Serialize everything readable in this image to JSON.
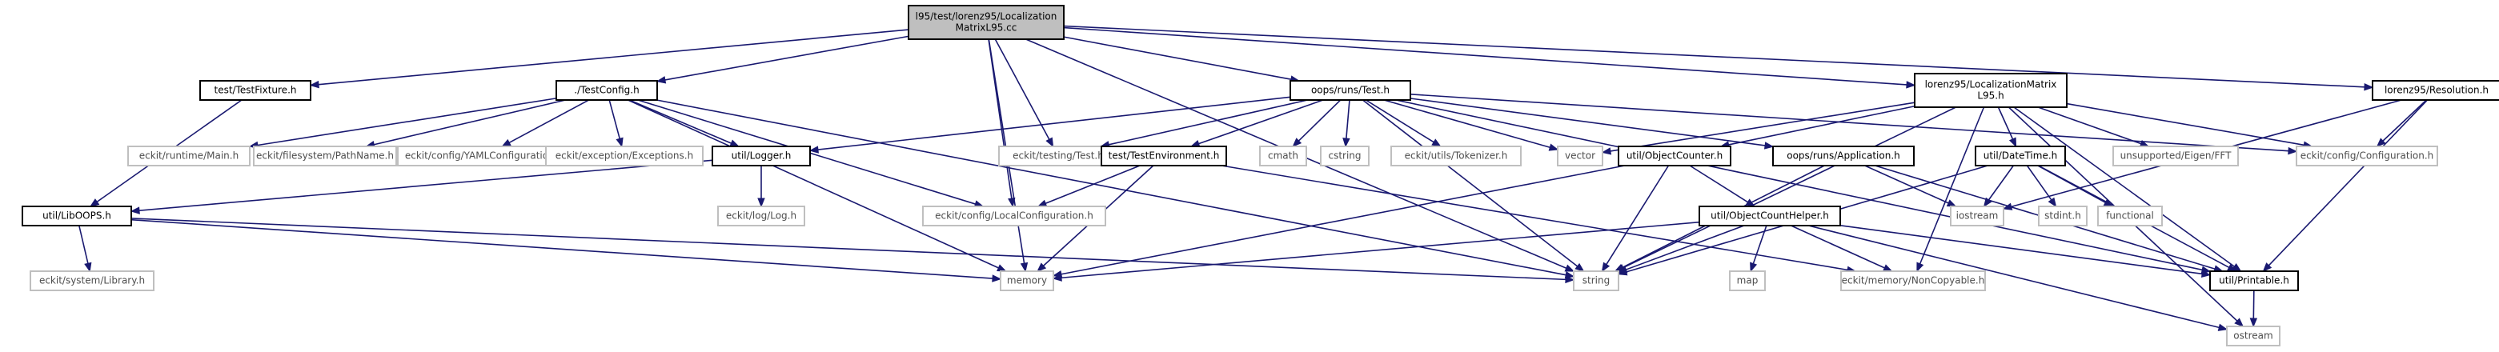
{
  "graph": {
    "nodes": [
      {
        "id": "root",
        "kind": "root",
        "lines": [
          "l95/test/lorenz95/Localization",
          "MatrixL95.cc"
        ]
      },
      {
        "id": "testfixture",
        "kind": "local",
        "lines": [
          "test/TestFixture.h"
        ]
      },
      {
        "id": "testconfig",
        "kind": "local",
        "lines": [
          "./TestConfig.h"
        ]
      },
      {
        "id": "ooptest",
        "kind": "local",
        "lines": [
          "oops/runs/Test.h"
        ]
      },
      {
        "id": "locmatrix",
        "kind": "local",
        "lines": [
          "lorenz95/LocalizationMatrix",
          "L95.h"
        ]
      },
      {
        "id": "resolution",
        "kind": "local",
        "lines": [
          "lorenz95/Resolution.h"
        ]
      },
      {
        "id": "runtime_main",
        "kind": "ext",
        "lines": [
          "eckit/runtime/Main.h"
        ]
      },
      {
        "id": "pathname",
        "kind": "ext",
        "lines": [
          "eckit/filesystem/PathName.h"
        ]
      },
      {
        "id": "yamlconfig",
        "kind": "ext",
        "lines": [
          "eckit/config/YAMLConfiguration.h"
        ]
      },
      {
        "id": "exceptions",
        "kind": "ext",
        "lines": [
          "eckit/exception/Exceptions.h"
        ]
      },
      {
        "id": "logger",
        "kind": "local",
        "lines": [
          "util/Logger.h"
        ]
      },
      {
        "id": "testing_test",
        "kind": "ext",
        "lines": [
          "eckit/testing/Test.h"
        ]
      },
      {
        "id": "testenv",
        "kind": "local",
        "lines": [
          "test/TestEnvironment.h"
        ]
      },
      {
        "id": "cmath",
        "kind": "ext",
        "lines": [
          "cmath"
        ]
      },
      {
        "id": "cstring",
        "kind": "ext",
        "lines": [
          "cstring"
        ]
      },
      {
        "id": "tokenizer",
        "kind": "ext",
        "lines": [
          "eckit/utils/Tokenizer.h"
        ]
      },
      {
        "id": "vector",
        "kind": "ext",
        "lines": [
          "vector"
        ]
      },
      {
        "id": "objcounter",
        "kind": "local",
        "lines": [
          "util/ObjectCounter.h"
        ]
      },
      {
        "id": "application",
        "kind": "local",
        "lines": [
          "oops/runs/Application.h"
        ]
      },
      {
        "id": "datetime",
        "kind": "local",
        "lines": [
          "util/DateTime.h"
        ]
      },
      {
        "id": "eigen",
        "kind": "ext",
        "lines": [
          "unsupported/Eigen/FFT"
        ]
      },
      {
        "id": "configuration",
        "kind": "ext",
        "lines": [
          "eckit/config/Configuration.h"
        ]
      },
      {
        "id": "liboops",
        "kind": "local",
        "lines": [
          "util/LibOOPS.h"
        ]
      },
      {
        "id": "log",
        "kind": "ext",
        "lines": [
          "eckit/log/Log.h"
        ]
      },
      {
        "id": "localconfig",
        "kind": "ext",
        "lines": [
          "eckit/config/LocalConfiguration.h"
        ]
      },
      {
        "id": "iostream",
        "kind": "ext",
        "lines": [
          "iostream"
        ]
      },
      {
        "id": "stdint",
        "kind": "ext",
        "lines": [
          "stdint.h"
        ]
      },
      {
        "id": "functional",
        "kind": "ext",
        "lines": [
          "functional"
        ]
      },
      {
        "id": "objcounthelper",
        "kind": "local",
        "lines": [
          "util/ObjectCountHelper.h"
        ]
      },
      {
        "id": "library",
        "kind": "ext",
        "lines": [
          "eckit/system/Library.h"
        ]
      },
      {
        "id": "memory",
        "kind": "ext",
        "lines": [
          "memory"
        ]
      },
      {
        "id": "map",
        "kind": "ext",
        "lines": [
          "map"
        ]
      },
      {
        "id": "string",
        "kind": "ext",
        "lines": [
          "string"
        ]
      },
      {
        "id": "noncopyable",
        "kind": "ext",
        "lines": [
          "eckit/memory/NonCopyable.h"
        ]
      },
      {
        "id": "printable",
        "kind": "local",
        "lines": [
          "util/Printable.h"
        ]
      },
      {
        "id": "ostream",
        "kind": "ext",
        "lines": [
          "ostream"
        ]
      }
    ],
    "edges": [
      [
        "root",
        "testfixture"
      ],
      [
        "root",
        "testconfig"
      ],
      [
        "root",
        "ooptest"
      ],
      [
        "root",
        "locmatrix"
      ],
      [
        "root",
        "resolution"
      ],
      [
        "root",
        "testing_test"
      ],
      [
        "root",
        "localconfig"
      ],
      [
        "root",
        "memory"
      ],
      [
        "root",
        "string"
      ],
      [
        "testfixture",
        "liboops"
      ],
      [
        "testconfig",
        "runtime_main"
      ],
      [
        "testconfig",
        "pathname"
      ],
      [
        "testconfig",
        "yamlconfig"
      ],
      [
        "testconfig",
        "exceptions"
      ],
      [
        "testconfig",
        "logger"
      ],
      [
        "testconfig",
        "localconfig"
      ],
      [
        "testconfig",
        "memory"
      ],
      [
        "testconfig",
        "string"
      ],
      [
        "ooptest",
        "logger"
      ],
      [
        "ooptest",
        "testing_test"
      ],
      [
        "ooptest",
        "testenv"
      ],
      [
        "ooptest",
        "cmath"
      ],
      [
        "ooptest",
        "cstring"
      ],
      [
        "ooptest",
        "tokenizer"
      ],
      [
        "ooptest",
        "vector"
      ],
      [
        "ooptest",
        "application"
      ],
      [
        "ooptest",
        "configuration"
      ],
      [
        "ooptest",
        "string"
      ],
      [
        "ooptest",
        "printable"
      ],
      [
        "locmatrix",
        "vector"
      ],
      [
        "locmatrix",
        "objcounter"
      ],
      [
        "locmatrix",
        "datetime"
      ],
      [
        "locmatrix",
        "eigen"
      ],
      [
        "locmatrix",
        "configuration"
      ],
      [
        "locmatrix",
        "printable"
      ],
      [
        "locmatrix",
        "noncopyable"
      ],
      [
        "locmatrix",
        "ostream"
      ],
      [
        "locmatrix",
        "string"
      ],
      [
        "resolution",
        "configuration"
      ],
      [
        "resolution",
        "iostream"
      ],
      [
        "resolution",
        "printable"
      ],
      [
        "logger",
        "log"
      ],
      [
        "logger",
        "liboops"
      ],
      [
        "testenv",
        "localconfig"
      ],
      [
        "testenv",
        "memory"
      ],
      [
        "testenv",
        "noncopyable"
      ],
      [
        "objcounter",
        "objcounthelper"
      ],
      [
        "objcounter",
        "string"
      ],
      [
        "objcounter",
        "memory"
      ],
      [
        "application",
        "iostream"
      ],
      [
        "application",
        "printable"
      ],
      [
        "application",
        "string"
      ],
      [
        "datetime",
        "iostream"
      ],
      [
        "datetime",
        "stdint"
      ],
      [
        "datetime",
        "functional"
      ],
      [
        "datetime",
        "printable"
      ],
      [
        "datetime",
        "string"
      ],
      [
        "liboops",
        "library"
      ],
      [
        "liboops",
        "memory"
      ],
      [
        "liboops",
        "string"
      ],
      [
        "objcounthelper",
        "map"
      ],
      [
        "objcounthelper",
        "memory"
      ],
      [
        "objcounthelper",
        "string"
      ],
      [
        "objcounthelper",
        "noncopyable"
      ],
      [
        "objcounthelper",
        "printable"
      ],
      [
        "objcounthelper",
        "ostream"
      ],
      [
        "printable",
        "ostream"
      ]
    ]
  }
}
